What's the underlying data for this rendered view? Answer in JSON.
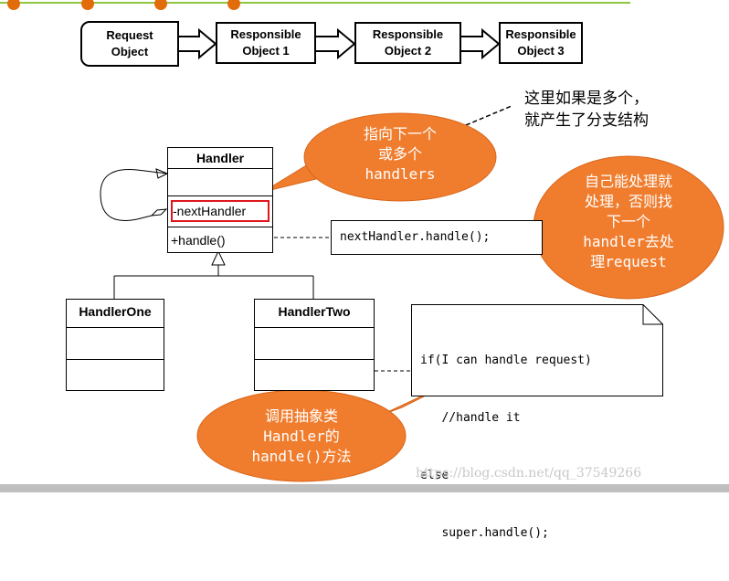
{
  "header": {
    "accent_line_color": "#8dc63f",
    "dot_color": "#e36c0a"
  },
  "flow": {
    "boxes": [
      "Request\nObject",
      "Responsible\nObject 1",
      "Responsible\nObject 2",
      "Responsible\nObject 3"
    ]
  },
  "uml": {
    "handler": {
      "name": "Handler",
      "field": "-nextHandler",
      "method": "+handle()"
    },
    "handler_one": {
      "name": "HandlerOne"
    },
    "handler_two": {
      "name": "HandlerTwo"
    }
  },
  "notes": {
    "next_call": "nextHandler.handle();",
    "impl_lines": [
      "if(I can handle request)",
      "   //handle it",
      "else",
      "   super.handle();"
    ]
  },
  "callouts": {
    "next_handlers": "指向下一个\n或多个\nhandlers",
    "handle_or_pass": "自己能处理就\n处理，否则找\n下一个\nhandler去处\n理request",
    "call_super": "调用抽象类\nHandler的\nhandle()方法"
  },
  "comment": "这里如果是多个，\n就产生了分支结构",
  "watermark": "https://blog.csdn.net/qq_37549266",
  "colors": {
    "callout": "#f07d2e",
    "callout_border": "#d9661a",
    "highlight": "#e0161e"
  }
}
